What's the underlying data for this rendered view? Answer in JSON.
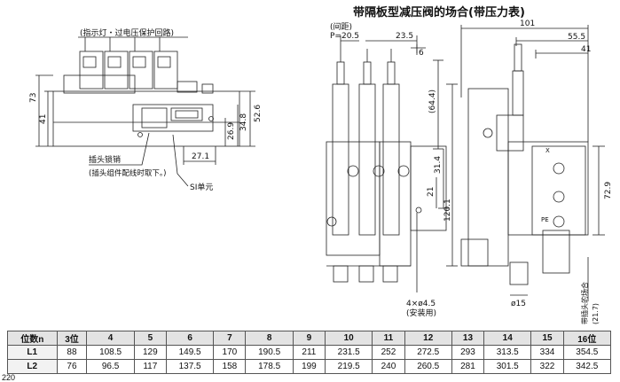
{
  "title": "带隔板型减压阀的场合(带压力表)",
  "left_view": {
    "callout_top": "(指示灯・过电压保护回路)",
    "callout_plug_lock": "插头锁销",
    "callout_plug_note": "(插头组件配线时取下。)",
    "callout_si": "SI单元",
    "dim_73": "73",
    "dim_41": "41",
    "dim_52_6": "52.6",
    "dim_34_8": "34.8",
    "dim_26_9": "26.9",
    "dim_27_1": "27.1"
  },
  "middle_view": {
    "pitch_label": "(间距)",
    "pitch_value": "P=20.5",
    "dim_23_5": "23.5",
    "dim_6": "6",
    "dim_64_4": "(64.4)",
    "dim_31_4": "31.4",
    "dim_21": "21",
    "dim_120_1": "120.1",
    "hole_label": "4×ø4.5",
    "hole_note": "(安装用)"
  },
  "right_view": {
    "dim_101": "101",
    "dim_55_5": "55.5",
    "dim_41": "41",
    "dim_72_9": "72.9",
    "dim_phi15": "ø15",
    "side_note": "带插头的场合",
    "side_note_value": "(21.7)",
    "port_x": "X",
    "port_pe": "PE"
  },
  "table": {
    "header_label": "位数n",
    "columns": [
      "3位",
      "4",
      "5",
      "6",
      "7",
      "8",
      "9",
      "10",
      "11",
      "12",
      "13",
      "14",
      "15",
      "16位"
    ],
    "rows": [
      {
        "label": "L1",
        "values": [
          "88",
          "108.5",
          "129",
          "149.5",
          "170",
          "190.5",
          "211",
          "231.5",
          "252",
          "272.5",
          "293",
          "313.5",
          "334",
          "354.5"
        ]
      },
      {
        "label": "L2",
        "values": [
          "76",
          "96.5",
          "117",
          "137.5",
          "158",
          "178.5",
          "199",
          "219.5",
          "240",
          "260.5",
          "281",
          "301.5",
          "322",
          "342.5"
        ]
      }
    ]
  },
  "page_number": "220"
}
